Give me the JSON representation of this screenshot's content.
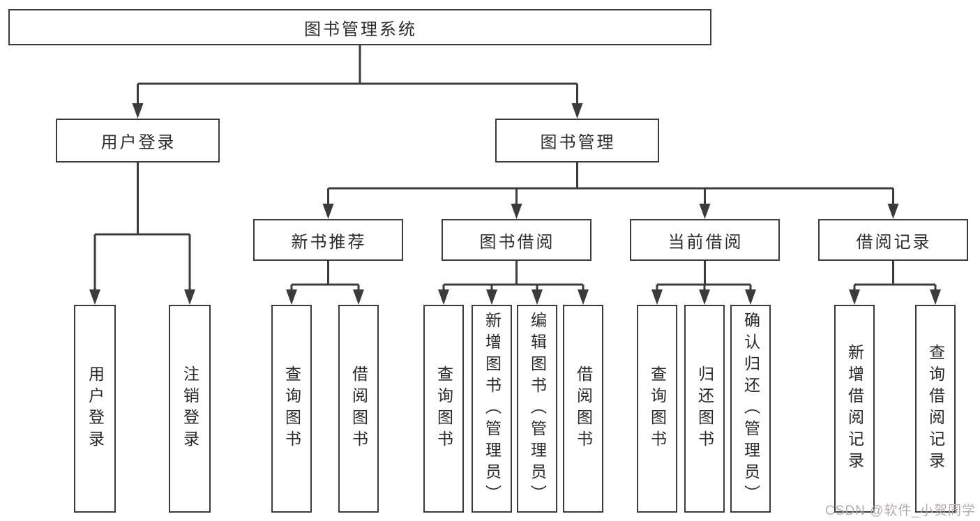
{
  "diagram": {
    "root": {
      "label": "图书管理系统"
    },
    "branches": [
      {
        "label": "用户登录",
        "children": [
          {
            "label": "用户登录"
          },
          {
            "label": "注销登录"
          }
        ]
      },
      {
        "label": "图书管理",
        "groups": [
          {
            "label": "新书推荐",
            "children": [
              {
                "label": "查询图书"
              },
              {
                "label": "借阅图书"
              }
            ]
          },
          {
            "label": "图书借阅",
            "children": [
              {
                "label": "查询图书"
              },
              {
                "label": "新增图书（管理员）"
              },
              {
                "label": "编辑图书（管理员）"
              },
              {
                "label": "借阅图书"
              }
            ]
          },
          {
            "label": "当前借阅",
            "children": [
              {
                "label": "查询图书"
              },
              {
                "label": "归还图书"
              },
              {
                "label": "确认归还（管理员）"
              }
            ]
          },
          {
            "label": "借阅记录",
            "children": [
              {
                "label": "新增借阅记录"
              },
              {
                "label": "查询借阅记录"
              }
            ]
          }
        ]
      }
    ]
  },
  "watermark": "CSDN @软件_小贺同学",
  "colors": {
    "line": "#3b3b3b",
    "box_border": "#3b3b3b",
    "text": "#2a2a2a",
    "watermark": "#b5acac",
    "background": "#ffffff"
  }
}
